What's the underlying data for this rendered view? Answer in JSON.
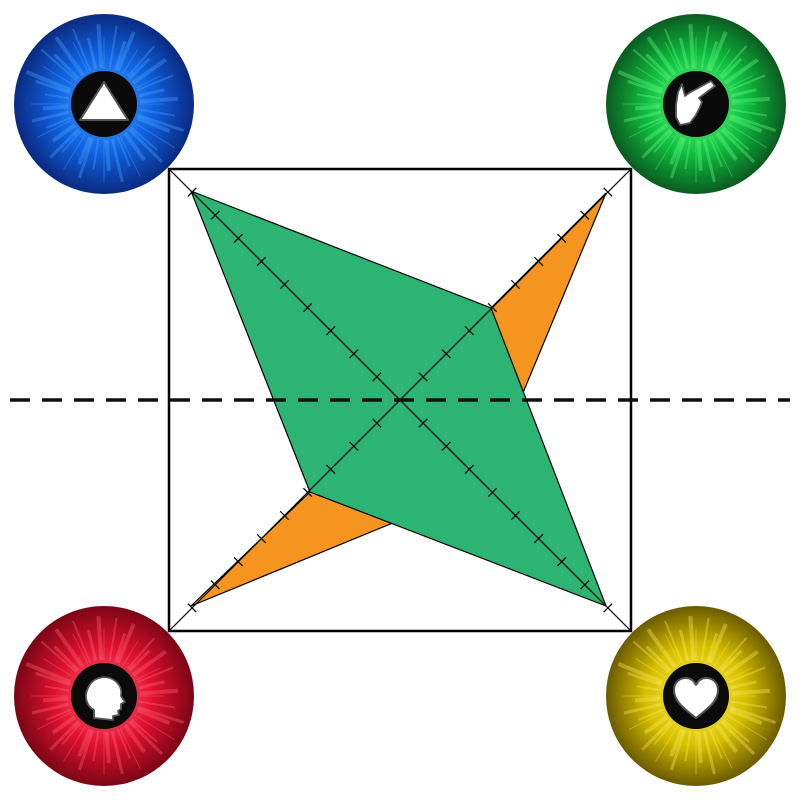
{
  "colors": {
    "background": "#ffffff",
    "outline": "#000000",
    "orange_kite": "#f5941e",
    "green_kite": "#2db473",
    "dashed_line": "#111111",
    "icon_fill": "#ffffff",
    "icon_well": "#0a0a0a"
  },
  "corner_buttons": [
    {
      "position": "top-left",
      "name": "blue",
      "icon": "triangle-icon",
      "color_light": "#4aa8ff",
      "color_mid": "#1060e0",
      "color_dark": "#0a2a80"
    },
    {
      "position": "top-right",
      "name": "green",
      "icon": "pointing-hand-icon",
      "color_light": "#6dff8a",
      "color_mid": "#10c040",
      "color_dark": "#0a5a20"
    },
    {
      "position": "bottom-left",
      "name": "red",
      "icon": "head-profile-icon",
      "color_light": "#ff6a7a",
      "color_mid": "#e01030",
      "color_dark": "#7a0515"
    },
    {
      "position": "bottom-right",
      "name": "yellow",
      "icon": "heart-icon",
      "color_light": "#fff060",
      "color_mid": "#d8c000",
      "color_dark": "#6a5a00"
    }
  ],
  "diagram": {
    "square": true,
    "square_diagonals": true,
    "horizontal_dashed_line": true,
    "shapes": [
      {
        "name": "orange-kite",
        "color_key": "orange_kite"
      },
      {
        "name": "green-kite",
        "color_key": "green_kite"
      }
    ],
    "tick_marks_per_half_diagonal": 9
  }
}
